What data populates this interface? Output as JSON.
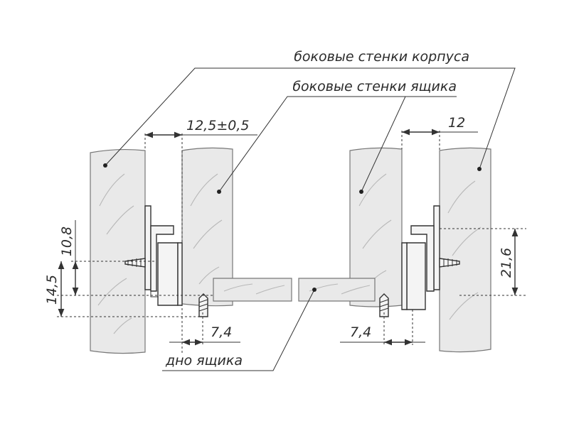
{
  "labels": {
    "cabinet_sides": "боковые стенки корпуса",
    "drawer_sides": "боковые стенки ящика",
    "drawer_bottom": "дно ящика"
  },
  "dimensions": {
    "gap_left": "12,5",
    "gap_left_tol": "±0,5",
    "gap_right": "12",
    "height_left_a": "10,8",
    "height_left_b": "14,5",
    "height_right": "21,6",
    "bottom_offset_left": "7,4",
    "bottom_offset_right": "7,4"
  }
}
